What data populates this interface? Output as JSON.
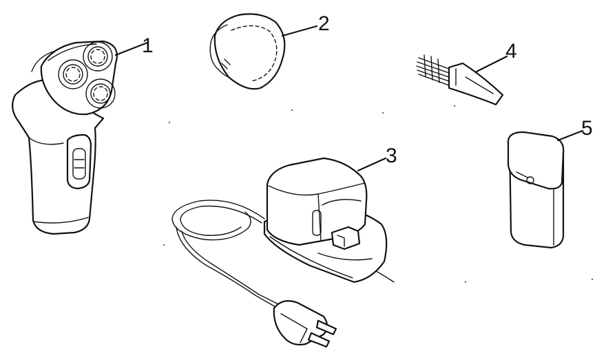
{
  "callouts": [
    {
      "id": "1",
      "label": "1"
    },
    {
      "id": "2",
      "label": "2"
    },
    {
      "id": "3",
      "label": "3"
    },
    {
      "id": "4",
      "label": "4"
    },
    {
      "id": "5",
      "label": "5"
    }
  ],
  "colors": {
    "line": "#111111",
    "background": "#ffffff"
  },
  "parts": [
    "shaver-body-icon",
    "head-cover-icon",
    "charging-adapter-icon",
    "cleaning-brush-icon",
    "storage-case-icon"
  ]
}
